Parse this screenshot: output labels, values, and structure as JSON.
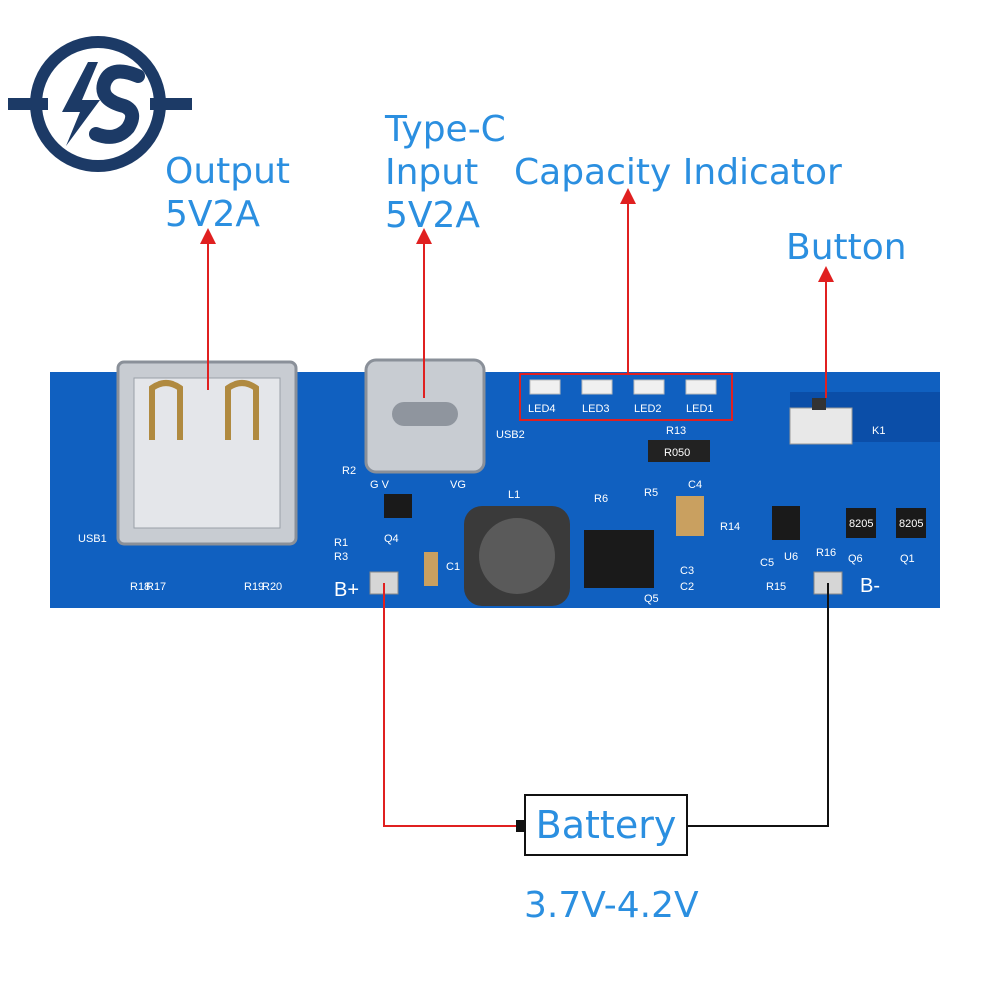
{
  "callouts": {
    "output": [
      "Output",
      "5V2A"
    ],
    "input": [
      "Type-C",
      "Input",
      "5V2A"
    ],
    "capacity": "Capacity Indicator",
    "button": "Button"
  },
  "battery": {
    "label": "Battery",
    "voltage": "3.7V-4.2V"
  },
  "terminals": {
    "positive": "B+",
    "negative": "B-"
  },
  "board": {
    "usb1": "USB1",
    "usb2": "USB2",
    "leds": [
      "LED4",
      "LED3",
      "LED2",
      "LED1"
    ],
    "k1": "K1",
    "r13": "R13",
    "r050": "R050",
    "l1": "L1",
    "r6": "R6",
    "r5": "R5",
    "c4": "C4",
    "r2": "R2",
    "r1": "R1",
    "r3": "R3",
    "q4": "Q4",
    "c1": "C1",
    "c3": "C3",
    "c2": "C2",
    "q5": "Q5",
    "r14": "R14",
    "r15": "R15",
    "u6": "U6",
    "r16": "R16",
    "q6": "Q6",
    "q1": "Q1",
    "r18": "R18",
    "r17": "R17",
    "r19": "R19",
    "r20": "R20",
    "gv": "G V",
    "vg": "VG",
    "chip_8205a": "8205",
    "chip_8205b": "8205",
    "c5": "C5"
  },
  "colors": {
    "label_blue": "#2b8fe0",
    "pcb_blue": "#1060c0",
    "arrow_red": "#e02020",
    "wire_black": "#111111",
    "logo_navy": "#1c3a66"
  }
}
